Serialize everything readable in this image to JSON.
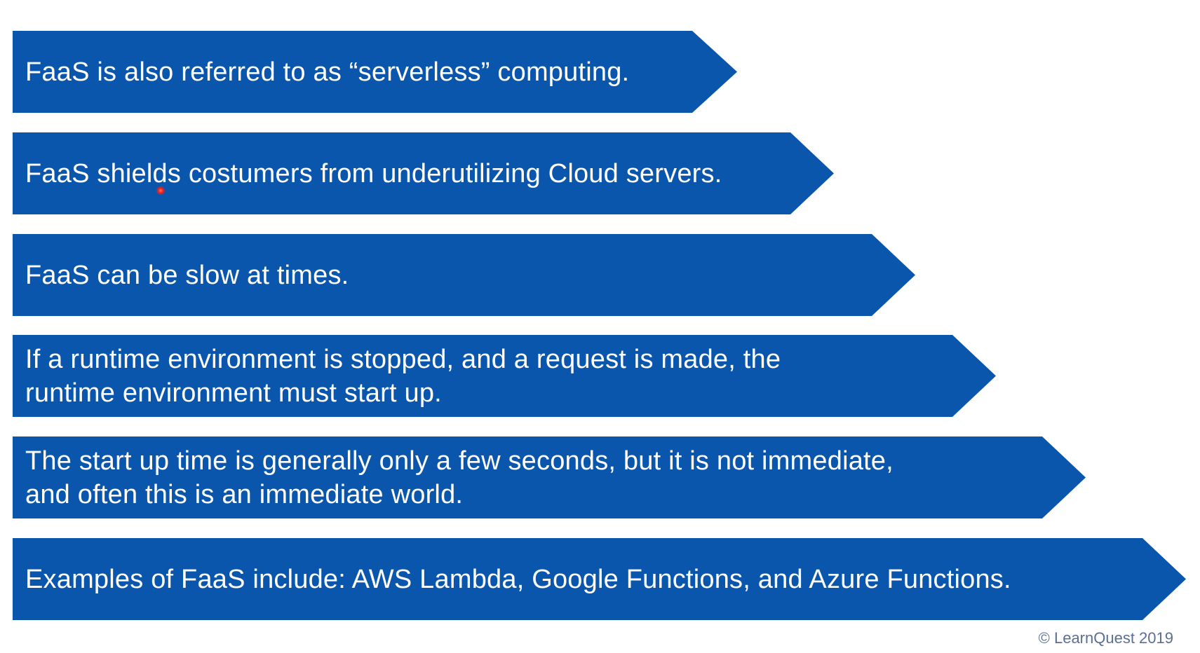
{
  "slide": {
    "bullets": [
      {
        "text": "FaaS is also referred to as “serverless” computing."
      },
      {
        "text": "FaaS shields costumers from underutilizing Cloud servers."
      },
      {
        "text": "FaaS can be slow at times."
      },
      {
        "text": "If a runtime environment is stopped, and a request is made, the\nruntime environment must start up."
      },
      {
        "text": "The start up time is generally only a few seconds, but it is not immediate,\nand often this is an immediate world."
      },
      {
        "text": "Examples of FaaS include: AWS Lambda, Google Functions, and Azure Functions."
      }
    ],
    "copyright": "© LearnQuest 2019"
  },
  "colors": {
    "arrow_fill": "#0a56ac",
    "text": "#ffffff",
    "copyright_text": "#5a6f95",
    "cursor": "#e02020"
  }
}
